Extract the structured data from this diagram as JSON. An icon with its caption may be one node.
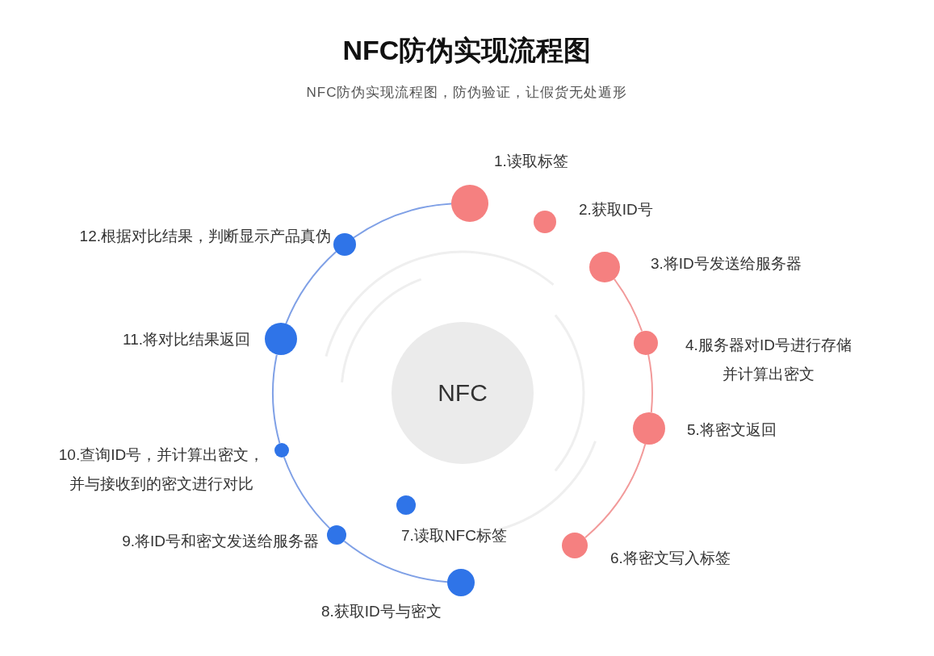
{
  "diagram": {
    "title": "NFC防伪实现流程图",
    "nodes": [
      {
        "text": [
          "NFC"
        ]
      },
      {
        "text": [],
        "shape": "circle",
        "beside": [
          "1.读取标签"
        ]
      },
      {
        "text": [],
        "shape": "circle",
        "beside": [
          "2.获取ID号"
        ]
      },
      {
        "text": [],
        "shape": "circle",
        "beside": [
          "3.将ID号发送给服务器"
        ]
      },
      {
        "text": [],
        "shape": "circle",
        "beside": [
          "4.服务器对ID号进行存储并计算出密文"
        ]
      },
      {
        "text": [],
        "shape": "circle",
        "beside": [
          "5.将密文返回"
        ]
      },
      {
        "text": [],
        "shape": "circle",
        "beside": [
          "6.将密文写入标签"
        ]
      },
      {
        "text": [],
        "shape": "circle",
        "beside": [
          "7.读取NFC标签"
        ]
      },
      {
        "text": [],
        "shape": "circle",
        "beside": [
          "8.获取ID号与密文"
        ]
      },
      {
        "text": [],
        "shape": "circle",
        "beside": [
          "9.将ID号和密文发送给服务器"
        ]
      },
      {
        "text": [],
        "shape": "circle",
        "beside": [
          "10.查询ID号，并计算出密文，并与接收到的密文进行对比"
        ]
      },
      {
        "text": [],
        "shape": "circle",
        "beside": [
          "11.将对比结果返回"
        ]
      },
      {
        "text": [],
        "shape": "circle",
        "beside": [
          "12.根据对比结果，判断显示产品真伪"
        ]
      }
    ],
    "edges": [
      {
        "from": 3,
        "to": 4,
        "arrow": "none",
        "color": "#f29a9a"
      },
      {
        "from": 4,
        "to": 5,
        "arrow": "none",
        "color": "#f29a9a"
      },
      {
        "from": 5,
        "to": 6,
        "arrow": "none",
        "color": "#f29a9a"
      },
      {
        "from": 8,
        "to": 9,
        "arrow": "none"
      },
      {
        "from": 9,
        "to": 10,
        "arrow": "none"
      },
      {
        "from": 10,
        "to": 11,
        "arrow": "none"
      },
      {
        "from": 11,
        "to": 12,
        "arrow": "none"
      },
      {
        "from": 12,
        "to": 1,
        "arrow": "none"
      }
    ],
    "labels": [
      "NFC防伪实现流程图，防伪验证，让假货无处遁形"
    ]
  }
}
